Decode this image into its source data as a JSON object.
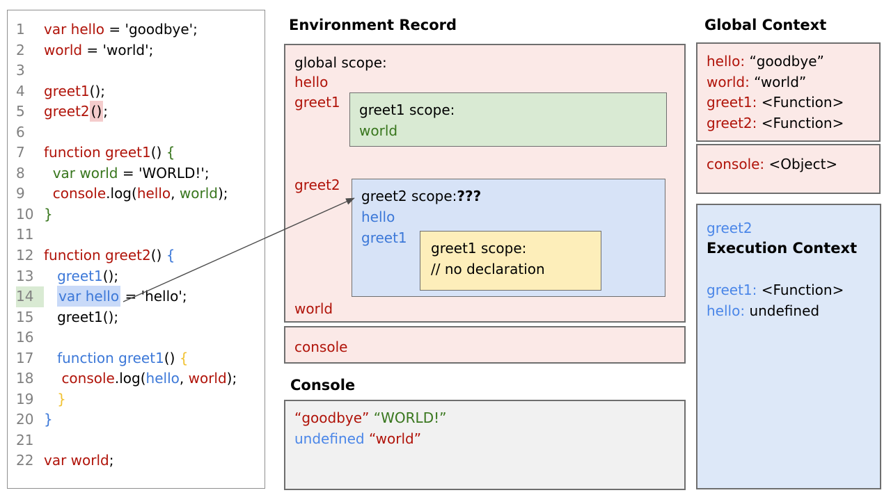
{
  "palette": {
    "red": "#b01309",
    "green": "#38761d",
    "blue": "#3c78d8",
    "lightblue": "#4a86e8",
    "yellow": "#f1c232",
    "black": "#000000",
    "gray_text": "#808080",
    "pink_bg": "#fbe9e7",
    "green_bg": "#d9ead3",
    "blue_bg": "#d7e3f7",
    "blue_bg_right": "#dde8f8",
    "yellow_bg": "#fdeeba",
    "gray_bg": "#f1f1f1",
    "hl_pink": "#f4cccc",
    "hl_blue": "#c9daf8",
    "hl_green": "#d9ead3",
    "box_border": "#6e6e6e",
    "arrow": "#4d4d4d"
  },
  "code_panel": {
    "lines": [
      {
        "num": "1",
        "segments": [
          {
            "t": "var hello",
            "c": "red"
          },
          {
            "t": " = 'goodbye';"
          }
        ]
      },
      {
        "num": "2",
        "segments": [
          {
            "t": "world",
            "c": "red"
          },
          {
            "t": " = 'world';"
          }
        ]
      },
      {
        "num": "3",
        "segments": []
      },
      {
        "num": "4",
        "segments": [
          {
            "t": "greet1",
            "c": "red"
          },
          {
            "t": "();"
          }
        ]
      },
      {
        "num": "5",
        "segments": [
          {
            "t": "greet2",
            "c": "red"
          },
          {
            "t": "()",
            "hl": "hl_pink"
          },
          {
            "t": ";"
          }
        ]
      },
      {
        "num": "6",
        "segments": []
      },
      {
        "num": "7",
        "segments": [
          {
            "t": "function greet1",
            "c": "red"
          },
          {
            "t": "() "
          },
          {
            "t": "{",
            "c": "green"
          }
        ]
      },
      {
        "num": "8",
        "segments": [
          {
            "t": "  "
          },
          {
            "t": "var world",
            "c": "green"
          },
          {
            "t": " = 'WORLD!';"
          }
        ]
      },
      {
        "num": "9",
        "segments": [
          {
            "t": "  "
          },
          {
            "t": "console",
            "c": "red"
          },
          {
            "t": ".log("
          },
          {
            "t": "hello",
            "c": "red"
          },
          {
            "t": ", "
          },
          {
            "t": "world",
            "c": "green"
          },
          {
            "t": ");"
          }
        ]
      },
      {
        "num": "10",
        "segments": [
          {
            "t": "}",
            "c": "green"
          }
        ]
      },
      {
        "num": "11",
        "segments": []
      },
      {
        "num": "12",
        "segments": [
          {
            "t": "function greet2",
            "c": "red"
          },
          {
            "t": "() "
          },
          {
            "t": "{",
            "c": "blue"
          }
        ]
      },
      {
        "num": "13",
        "segments": [
          {
            "t": "   "
          },
          {
            "t": "greet1",
            "c": "blue"
          },
          {
            "t": "();"
          }
        ]
      },
      {
        "num": "14",
        "num_hl": true,
        "segments": [
          {
            "t": "   "
          },
          {
            "t": "var hello",
            "c": "blue",
            "hl": "hl_blue"
          },
          {
            "t": " = 'hello';"
          }
        ]
      },
      {
        "num": "15",
        "segments": [
          {
            "t": "   greet1();"
          }
        ]
      },
      {
        "num": "16",
        "segments": []
      },
      {
        "num": "17",
        "segments": [
          {
            "t": "   "
          },
          {
            "t": "function greet1",
            "c": "blue"
          },
          {
            "t": "() "
          },
          {
            "t": "{",
            "c": "yellow"
          }
        ]
      },
      {
        "num": "18",
        "segments": [
          {
            "t": "    "
          },
          {
            "t": "console",
            "c": "red"
          },
          {
            "t": ".log("
          },
          {
            "t": "hello",
            "c": "blue"
          },
          {
            "t": ", "
          },
          {
            "t": "world",
            "c": "red"
          },
          {
            "t": ");"
          }
        ]
      },
      {
        "num": "19",
        "segments": [
          {
            "t": "   "
          },
          {
            "t": "}",
            "c": "yellow"
          }
        ]
      },
      {
        "num": "20",
        "segments": [
          {
            "t": "}",
            "c": "blue"
          }
        ]
      },
      {
        "num": "21",
        "segments": []
      },
      {
        "num": "22",
        "segments": [
          {
            "t": "var world",
            "c": "red"
          },
          {
            "t": ";"
          }
        ]
      }
    ]
  },
  "env_record": {
    "title": "Environment Record",
    "global_label": "global scope:",
    "var_hello": "hello",
    "var_greet1": "greet1",
    "var_greet2": "greet2",
    "var_world": "world",
    "var_console": "console",
    "greet1_scope": {
      "label": "greet1 scope:",
      "var_world": "world"
    },
    "greet2_scope": {
      "label_segments": [
        {
          "t": "greet2 scope:"
        },
        {
          "t": "???",
          "b": true
        }
      ],
      "var_hello": "hello",
      "var_greet1": "greet1",
      "inner_greet1_scope": {
        "label": "greet1 scope:",
        "comment": "// no declaration"
      }
    }
  },
  "console_panel": {
    "title": "Console",
    "lines": [
      [
        {
          "t": "“goodbye” ",
          "c": "red"
        },
        {
          "t": "“WORLD!”",
          "c": "green"
        }
      ],
      [
        {
          "t": "undefined ",
          "c": "lightblue"
        },
        {
          "t": "“world”",
          "c": "red"
        }
      ]
    ]
  },
  "global_context": {
    "title": "Global Context",
    "bindings": [
      [
        {
          "t": "hello: ",
          "c": "red"
        },
        {
          "t": "“goodbye”"
        }
      ],
      [
        {
          "t": "world: ",
          "c": "red"
        },
        {
          "t": "“world”"
        }
      ],
      [
        {
          "t": "greet1: ",
          "c": "red"
        },
        {
          "t": "<Function>"
        }
      ],
      [
        {
          "t": "greet2: ",
          "c": "red"
        },
        {
          "t": "<Function>"
        }
      ]
    ],
    "console_binding": [
      {
        "t": "console: ",
        "c": "red"
      },
      {
        "t": "<Object>"
      }
    ]
  },
  "execution_context": {
    "function_name": "greet2",
    "title": "Execution Context",
    "bindings": [
      [
        {
          "t": "greet1: ",
          "c": "lightblue"
        },
        {
          "t": "<Function>"
        }
      ],
      [
        {
          "t": "hello: ",
          "c": "lightblue"
        },
        {
          "t": "undefined"
        }
      ]
    ]
  }
}
